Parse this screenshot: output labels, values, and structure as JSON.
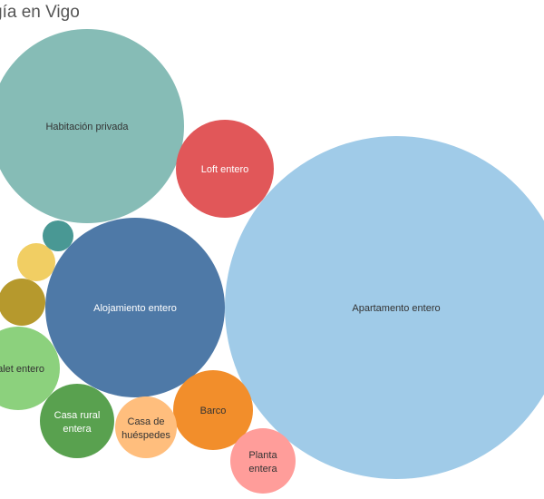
{
  "chart_data": {
    "type": "bubble",
    "title": "gía en Vigo",
    "bubbles": [
      {
        "label": "Apartamento entero",
        "color": "#a0cbe8",
        "text_color": "#333333"
      },
      {
        "label": "Habitación privada",
        "color": "#86bcb6",
        "text_color": "#333333"
      },
      {
        "label": "Alojamiento entero",
        "color": "#4e79a7",
        "text_color": "#ffffff"
      },
      {
        "label": "Loft entero",
        "color": "#e15759",
        "text_color": "#ffffff"
      },
      {
        "label": "halet entero",
        "color": "#8cd17d",
        "text_color": "#333333"
      },
      {
        "label": "Barco",
        "color": "#f28e2b",
        "text_color": "#333333"
      },
      {
        "label": "Casa rural entera",
        "color": "#59a14f",
        "text_color": "#ffffff"
      },
      {
        "label": "Planta entera",
        "color": "#ff9d9a",
        "text_color": "#333333"
      },
      {
        "label": "Casa de huéspedes",
        "color": "#ffbe7d",
        "text_color": "#333333"
      },
      {
        "label": "",
        "color": "#b6992d",
        "text_color": "#333333"
      },
      {
        "label": "",
        "color": "#f1ce63",
        "text_color": "#333333"
      },
      {
        "label": "",
        "color": "#499894",
        "text_color": "#333333"
      }
    ]
  }
}
